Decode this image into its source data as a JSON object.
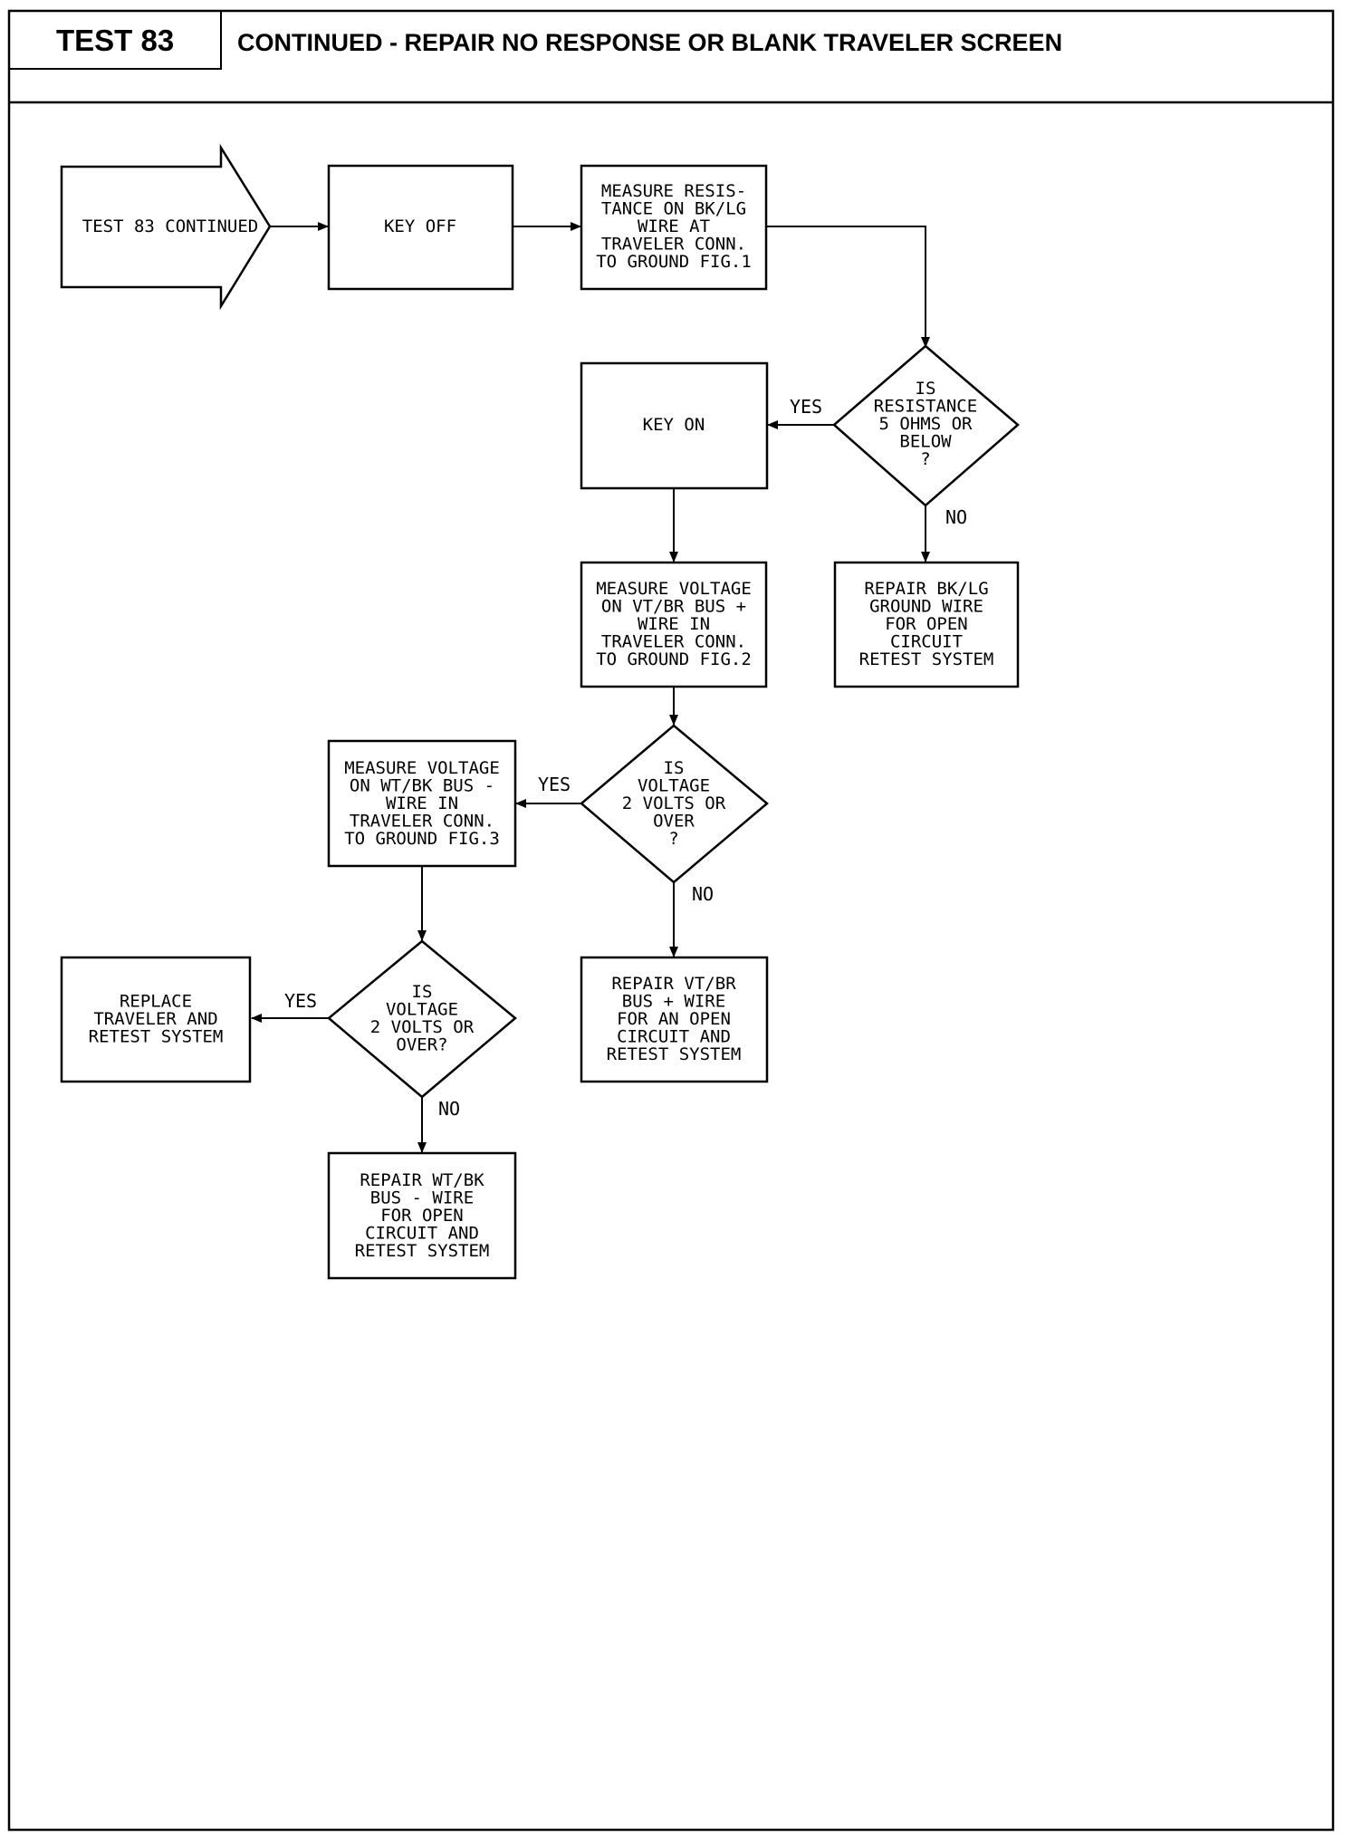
{
  "header": {
    "test_label": "TEST 83",
    "title": "CONTINUED - REPAIR NO RESPONSE OR BLANK TRAVELER SCREEN"
  },
  "flowchart": {
    "nodes": {
      "start": [
        "TEST 83 CONTINUED"
      ],
      "key_off": [
        "KEY OFF"
      ],
      "measure_resistance": [
        "MEASURE RESIS-",
        "TANCE ON BK/LG",
        "WIRE AT",
        "TRAVELER CONN.",
        "TO GROUND FIG.1"
      ],
      "decision_resistance": [
        "IS",
        "RESISTANCE",
        "5 OHMS OR",
        "BELOW",
        "?"
      ],
      "key_on": [
        "KEY ON"
      ],
      "repair_bklg": [
        "REPAIR BK/LG",
        "GROUND WIRE",
        "FOR OPEN",
        "CIRCUIT",
        "RETEST SYSTEM"
      ],
      "measure_vtbr": [
        "MEASURE VOLTAGE",
        "ON VT/BR BUS +",
        "WIRE IN",
        "TRAVELER CONN.",
        "TO GROUND FIG.2"
      ],
      "decision_vtbr": [
        "IS",
        "VOLTAGE",
        "2 VOLTS OR",
        "OVER",
        "?"
      ],
      "measure_wtbk": [
        "MEASURE VOLTAGE",
        "ON WT/BK BUS -",
        "WIRE IN",
        "TRAVELER CONN.",
        "TO GROUND FIG.3"
      ],
      "repair_vtbr": [
        "REPAIR VT/BR",
        "BUS + WIRE",
        "FOR AN OPEN",
        "CIRCUIT AND",
        "RETEST SYSTEM"
      ],
      "decision_wtbk": [
        "IS",
        "VOLTAGE",
        "2 VOLTS OR",
        "OVER?"
      ],
      "replace_traveler": [
        "REPLACE",
        "TRAVELER AND",
        "RETEST SYSTEM"
      ],
      "repair_wtbk": [
        "REPAIR WT/BK",
        "BUS - WIRE",
        "FOR OPEN",
        "CIRCUIT AND",
        "RETEST SYSTEM"
      ]
    },
    "edges": [
      {
        "from": "start",
        "to": "key_off",
        "label": ""
      },
      {
        "from": "key_off",
        "to": "measure_resistance",
        "label": ""
      },
      {
        "from": "measure_resistance",
        "to": "decision_resistance",
        "label": ""
      },
      {
        "from": "decision_resistance",
        "to": "key_on",
        "label": "YES"
      },
      {
        "from": "decision_resistance",
        "to": "repair_bklg",
        "label": "NO"
      },
      {
        "from": "key_on",
        "to": "measure_vtbr",
        "label": ""
      },
      {
        "from": "measure_vtbr",
        "to": "decision_vtbr",
        "label": ""
      },
      {
        "from": "decision_vtbr",
        "to": "measure_wtbk",
        "label": "YES"
      },
      {
        "from": "decision_vtbr",
        "to": "repair_vtbr",
        "label": "NO"
      },
      {
        "from": "measure_wtbk",
        "to": "decision_wtbk",
        "label": ""
      },
      {
        "from": "decision_wtbk",
        "to": "replace_traveler",
        "label": "YES"
      },
      {
        "from": "decision_wtbk",
        "to": "repair_wtbk",
        "label": "NO"
      }
    ]
  }
}
